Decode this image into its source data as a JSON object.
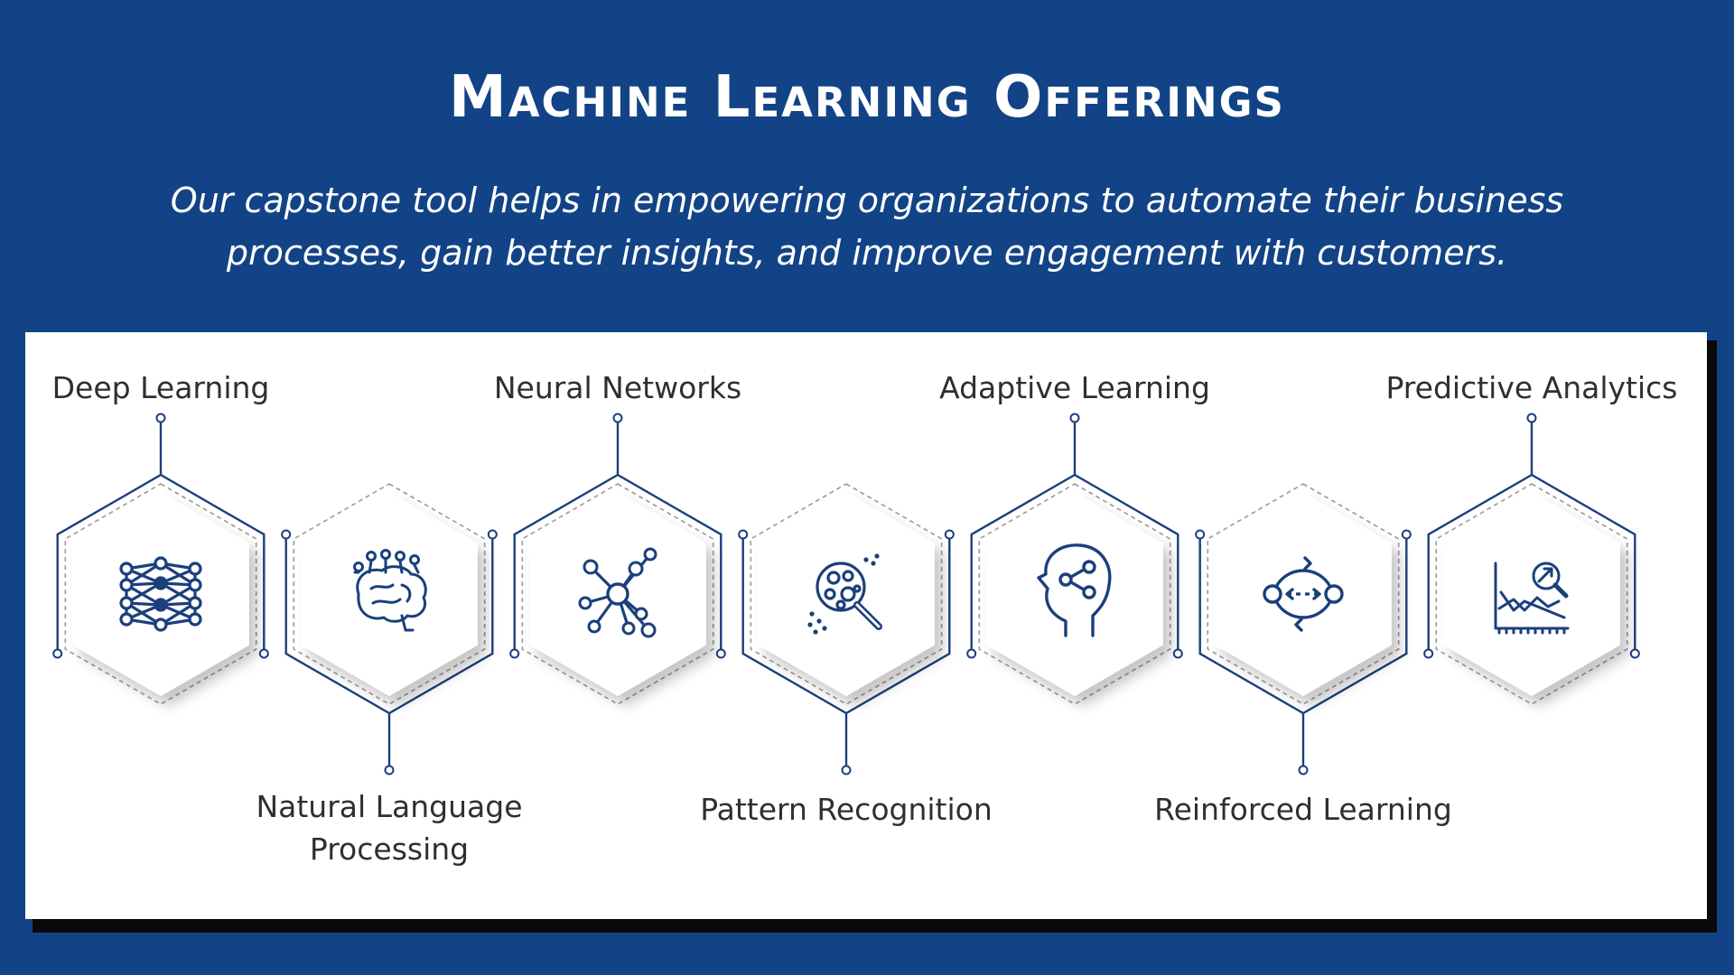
{
  "title": "Machine Learning Offerings",
  "subtitle": "Our capstone tool helps in empowering organizations to automate their business processes, gain better insights, and improve engagement with customers.",
  "colors": {
    "background": "#124386",
    "panel": "#ffffff",
    "accent": "#1b3f7c",
    "dashed_outline": "#9a9a9a",
    "label_text": "#2f2f2f"
  },
  "offerings": [
    {
      "label": "Deep Learning",
      "icon": "deep-learning-icon",
      "label_position": "top"
    },
    {
      "label": "Natural Language Processing",
      "icon": "brain-circuit-icon",
      "label_position": "bottom"
    },
    {
      "label": "Neural Networks",
      "icon": "network-nodes-icon",
      "label_position": "top"
    },
    {
      "label": "Pattern Recognition",
      "icon": "magnifier-pattern-icon",
      "label_position": "bottom"
    },
    {
      "label": "Adaptive Learning",
      "icon": "head-share-icon",
      "label_position": "top"
    },
    {
      "label": "Reinforced Learning",
      "icon": "cycle-arrows-icon",
      "label_position": "bottom"
    },
    {
      "label": "Predictive Analytics",
      "icon": "chart-analytics-icon",
      "label_position": "top"
    }
  ]
}
